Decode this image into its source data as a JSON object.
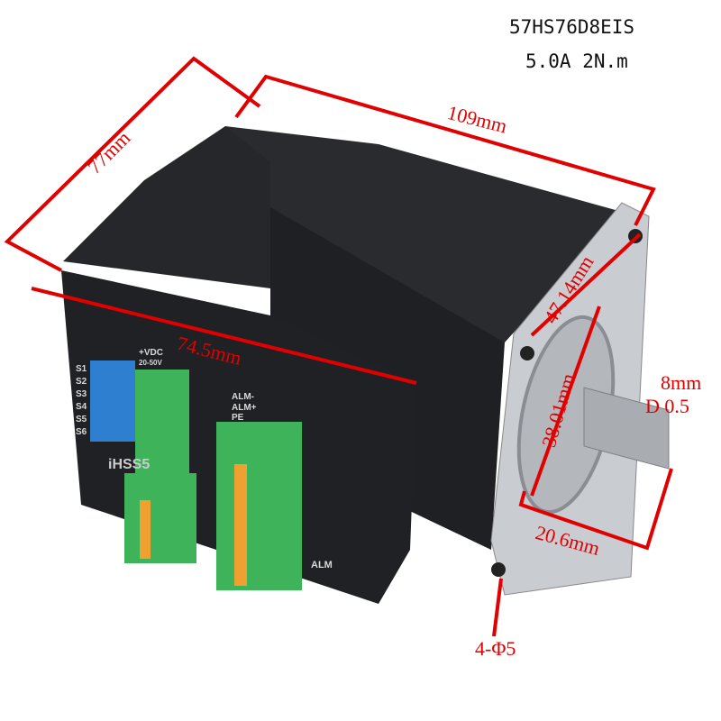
{
  "product": {
    "model": "57HS76D8EIS",
    "rating": "5.0A 2N.m",
    "driver_label": "iHSS5",
    "terminal_labels": [
      "+VDC",
      "20-50V",
      "ALM-",
      "ALM+",
      "PE",
      "ALM"
    ],
    "dip_labels": [
      "S1",
      "S2",
      "S3",
      "S4",
      "S5",
      "S6"
    ]
  },
  "dimensions": {
    "width": "77mm",
    "length": "109mm",
    "driver_length": "74.5mm",
    "hole_spacing": "47.14mm",
    "boss_diameter": "38.01mm",
    "shaft_diameter": "8mm",
    "shaft_flat": "D 0.5",
    "shaft_length": "20.6mm",
    "mount_holes": "4-Φ5"
  },
  "colors": {
    "annotation": "#e00000",
    "body": "#1c1d20",
    "connector": "#3fb35a",
    "dip": "#2f7fd0",
    "flange": "#c9ccd0"
  }
}
